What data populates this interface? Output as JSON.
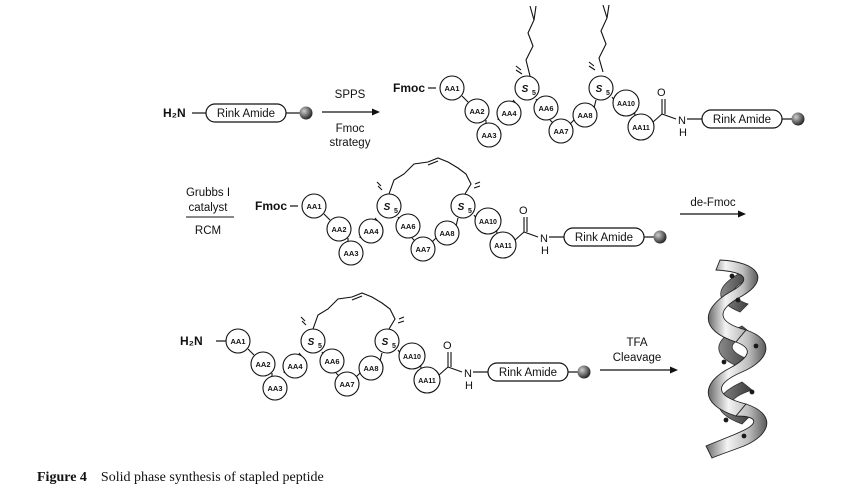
{
  "reagents": {
    "h2n": "H₂N",
    "rink_amide": "Rink Amide",
    "fmoc": "Fmoc",
    "nh_n": "N",
    "nh_h": "H",
    "carbonyl_o": "O"
  },
  "residues": {
    "aa1": "AA1",
    "aa2": "AA2",
    "aa3": "AA3",
    "aa4": "AA4",
    "s5": "S",
    "s5_sub": "5",
    "aa6": "AA6",
    "aa7": "AA7",
    "aa8": "AA8",
    "aa10": "AA10",
    "aa11": "AA11"
  },
  "steps": {
    "spps": "SPPS",
    "fmoc_strategy_line1": "Fmoc",
    "fmoc_strategy_line2": "strategy",
    "grubbs_line1": "Grubbs I",
    "grubbs_line2": "catalyst",
    "rcm": "RCM",
    "defmoc": "de-Fmoc",
    "tfa": "TFA",
    "cleavage": "Cleavage"
  },
  "caption": {
    "label": "Figure 4",
    "text": "Solid phase synthesis of stapled peptide"
  },
  "colors": {
    "ink": "#111111",
    "bead": "#2a2a2a",
    "helix_light": "#f2f2f2",
    "helix_dark": "#555555"
  }
}
